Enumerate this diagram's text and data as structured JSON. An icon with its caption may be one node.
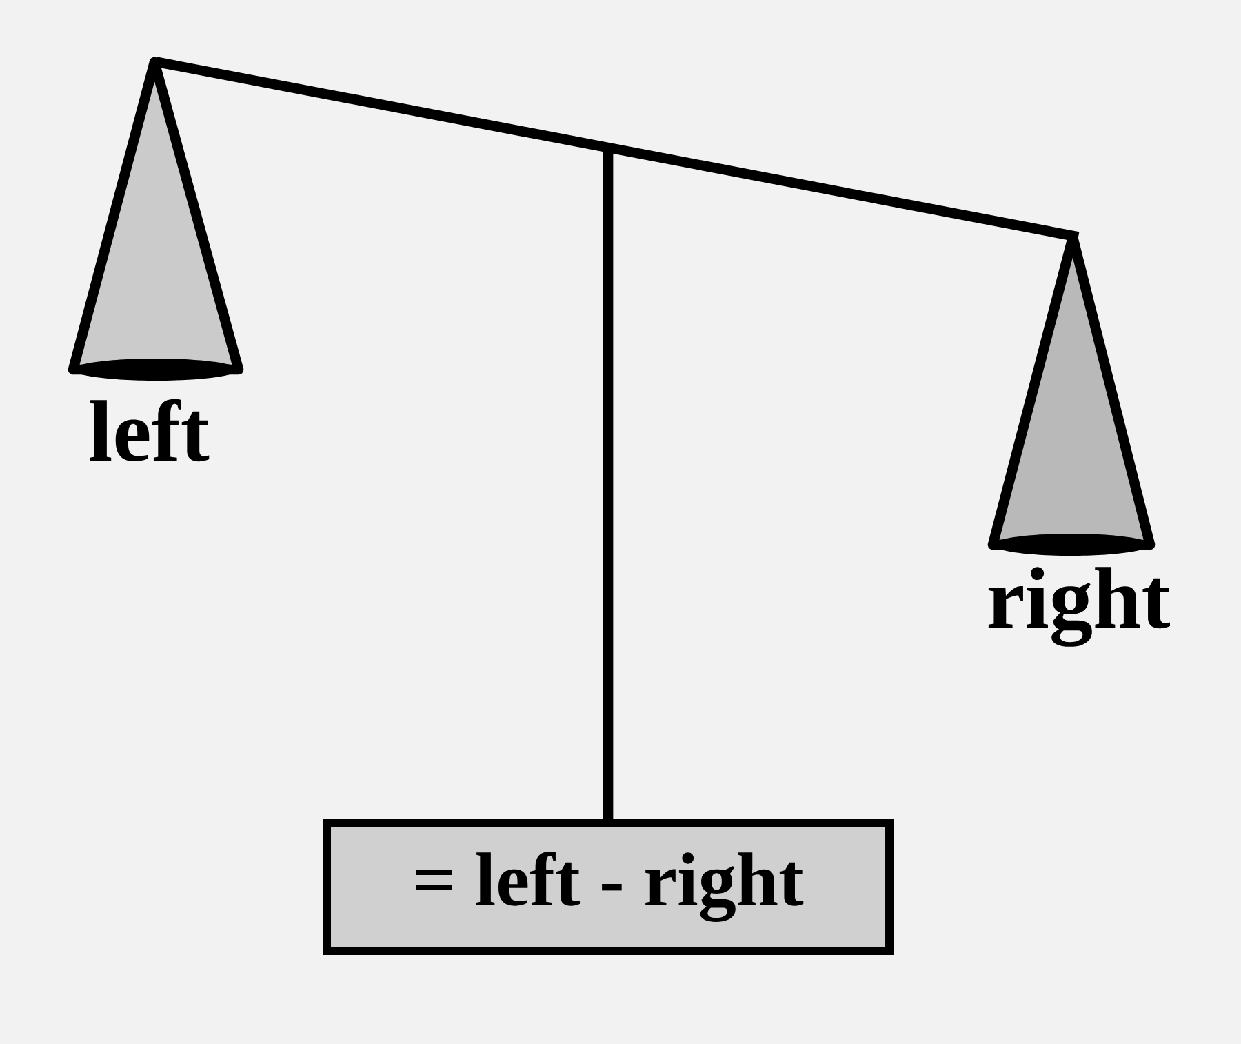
{
  "diagram": {
    "nodes": [
      {
        "text": [
          "left"
        ]
      },
      {
        "text": [
          "right"
        ]
      },
      {
        "text": [
          "= left - right"
        ]
      }
    ],
    "edges": [
      {
        "from": 0,
        "to": 1,
        "arrow": "none"
      },
      {
        "from": null,
        "to": 2,
        "arrow": "none"
      }
    ]
  }
}
